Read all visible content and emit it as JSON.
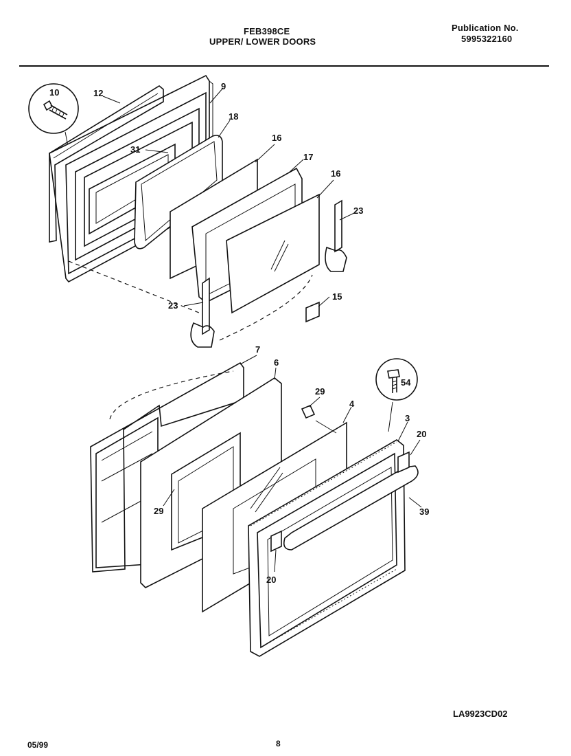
{
  "header": {
    "model": "FEB398CE",
    "section": "UPPER/ LOWER DOORS",
    "publication_label": "Publication No.",
    "publication_number": "5995322160"
  },
  "callouts": {
    "c10": "10",
    "c12": "12",
    "c9": "9",
    "c18": "18",
    "c31": "31",
    "c16a": "16",
    "c17": "17",
    "c16b": "16",
    "c23a": "23",
    "c23b": "23",
    "c15": "15",
    "c7": "7",
    "c6": "6",
    "c29a": "29",
    "c4": "4",
    "c54": "54",
    "c3": "3",
    "c20a": "20",
    "c39": "39",
    "c29b": "29",
    "c20b": "20"
  },
  "footer": {
    "drawing_number": "LA9923CD02",
    "date": "05/99",
    "page": "8"
  }
}
